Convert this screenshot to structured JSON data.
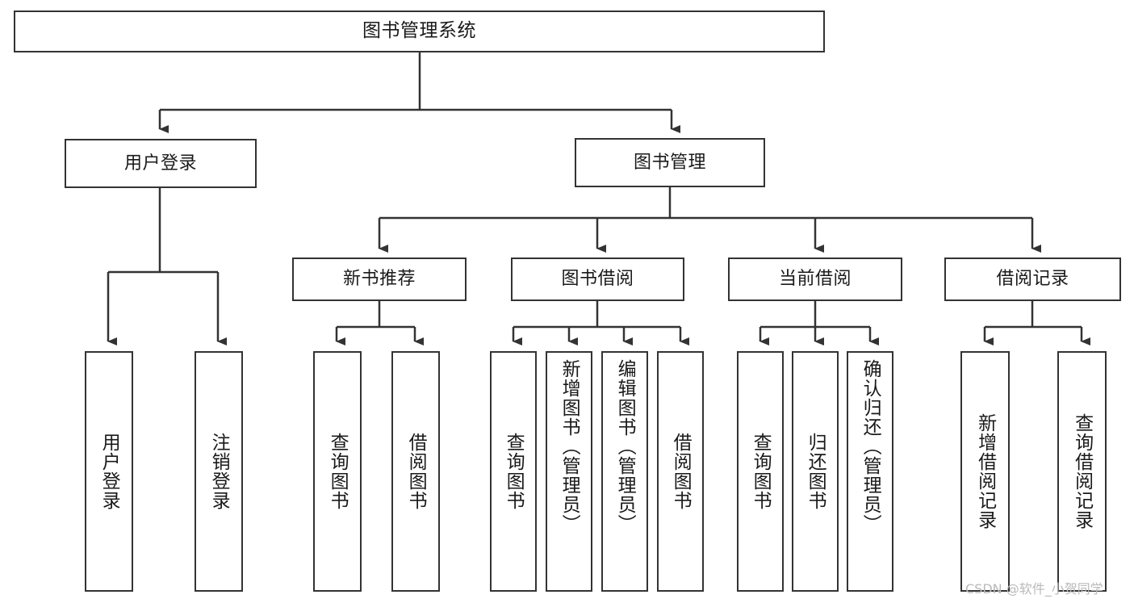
{
  "diagram": {
    "title": "图书管理系统",
    "type": "hierarchy-tree",
    "root": {
      "id": "root",
      "label": "图书管理系统"
    },
    "level1": [
      {
        "id": "user-login",
        "label": "用户登录"
      },
      {
        "id": "book-manage",
        "label": "图书管理"
      }
    ],
    "level2": [
      {
        "id": "new-book-recommend",
        "label": "新书推荐",
        "parent": "book-manage"
      },
      {
        "id": "book-borrow",
        "label": "图书借阅",
        "parent": "book-manage"
      },
      {
        "id": "current-borrow",
        "label": "当前借阅",
        "parent": "book-manage"
      },
      {
        "id": "borrow-record",
        "label": "借阅记录",
        "parent": "book-manage"
      }
    ],
    "leaves": [
      {
        "id": "leaf-user-login",
        "label": "用户登录",
        "parent": "user-login"
      },
      {
        "id": "leaf-logout-login",
        "label": "注销登录",
        "parent": "user-login"
      },
      {
        "id": "leaf-query-book-1",
        "label": "查询图书",
        "parent": "new-book-recommend"
      },
      {
        "id": "leaf-borrow-book-1",
        "label": "借阅图书",
        "parent": "new-book-recommend"
      },
      {
        "id": "leaf-query-book-2",
        "label": "查询图书",
        "parent": "book-borrow"
      },
      {
        "id": "leaf-add-book",
        "label": "新增图书（管理员）",
        "parent": "book-borrow"
      },
      {
        "id": "leaf-edit-book",
        "label": "编辑图书（管理员）",
        "parent": "book-borrow"
      },
      {
        "id": "leaf-borrow-book-2",
        "label": "借阅图书",
        "parent": "book-borrow"
      },
      {
        "id": "leaf-query-book-3",
        "label": "查询图书",
        "parent": "current-borrow"
      },
      {
        "id": "leaf-return-book",
        "label": "归还图书",
        "parent": "current-borrow"
      },
      {
        "id": "leaf-confirm-return",
        "label": "确认归还（管理员）",
        "parent": "current-borrow"
      },
      {
        "id": "leaf-add-borrow-record",
        "label": "新增借阅记录",
        "parent": "borrow-record"
      },
      {
        "id": "leaf-query-borrow-record",
        "label": "查询借阅记录",
        "parent": "borrow-record"
      }
    ],
    "colors": {
      "background": "#ffffff",
      "node_fill": "#ffffff",
      "node_border": "#333333",
      "edge": "#333333",
      "text": "#1a1a1a",
      "watermark": "#b9b9b9"
    }
  },
  "watermark": {
    "text": "CSDN @软件_小贺同学"
  }
}
